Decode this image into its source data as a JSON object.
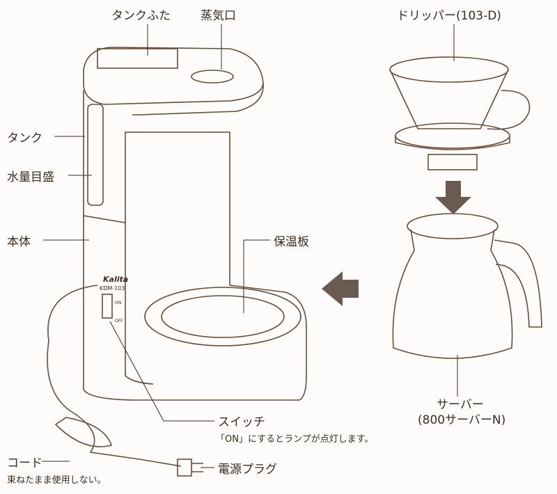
{
  "labels": {
    "tank_lid": "タンクふた",
    "steam_vent": "蒸気口",
    "tank": "タンク",
    "water_gauge": "水量目盛",
    "body": "本体",
    "warming_plate": "保温板",
    "dripper": "ドリッパー(103-D)",
    "server": "サーバー",
    "server_model": "(800サーバーN)",
    "switch": "スイッチ",
    "switch_note": "「ON」にするとランプが点灯します。",
    "cord": "コード",
    "cord_note": "束ねたまま使用しない。",
    "plug": "電源プラグ"
  },
  "product": {
    "brand": "Kalita",
    "model": "KDM-103",
    "switch_on": "ON",
    "switch_off": "OFF"
  },
  "colors": {
    "line": "#6b4a35",
    "text": "#3b2a1e",
    "arrow": "#6b5a52"
  }
}
